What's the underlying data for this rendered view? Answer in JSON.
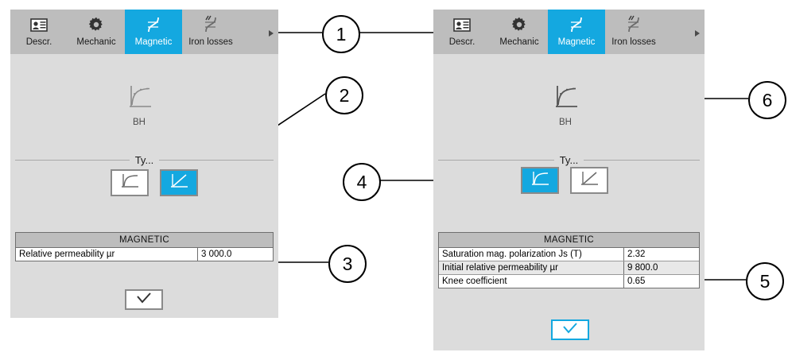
{
  "panels": [
    {
      "id": "left",
      "tabs": [
        {
          "label": "Descr.",
          "icon": "id-card-icon",
          "active": false
        },
        {
          "label": "Mechanic",
          "icon": "gear-icon",
          "active": false
        },
        {
          "label": "Magnetic",
          "icon": "bh-curve-icon",
          "active": true
        },
        {
          "label": "Iron losses",
          "icon": "iron-losses-icon",
          "active": false
        }
      ],
      "overflow_arrow": "chevron-right-icon",
      "bh": {
        "icon": "bh-curve-icon",
        "label": "BH"
      },
      "separator": "Ty...",
      "type_buttons": [
        {
          "icon": "saturated-curve-icon",
          "selected": false
        },
        {
          "icon": "linear-curve-icon",
          "selected": true
        }
      ],
      "table": {
        "header": "MAGNETIC",
        "rows": [
          {
            "key": "Relative permeability µr",
            "value": "3 000.0"
          }
        ]
      },
      "ok_button": {
        "icon": "check-icon",
        "highlighted": false
      }
    },
    {
      "id": "right",
      "tabs": [
        {
          "label": "Descr.",
          "icon": "id-card-icon",
          "active": false
        },
        {
          "label": "Mechanic",
          "icon": "gear-icon",
          "active": false
        },
        {
          "label": "Magnetic",
          "icon": "bh-curve-icon",
          "active": true
        },
        {
          "label": "Iron losses",
          "icon": "iron-losses-icon",
          "active": false
        }
      ],
      "overflow_arrow": "chevron-right-icon",
      "bh": {
        "icon": "bh-curve-icon",
        "label": "BH"
      },
      "separator": "Ty...",
      "type_buttons": [
        {
          "icon": "saturated-curve-icon",
          "selected": true
        },
        {
          "icon": "linear-curve-icon",
          "selected": false
        }
      ],
      "table": {
        "header": "MAGNETIC",
        "rows": [
          {
            "key": "Saturation mag. polarization Js (T)",
            "value": "2.32"
          },
          {
            "key": "Initial relative permeability µr",
            "value": "9 800.0"
          },
          {
            "key": "Knee coefficient",
            "value": "0.65"
          }
        ]
      },
      "ok_button": {
        "icon": "check-icon",
        "highlighted": true
      }
    }
  ],
  "callouts": [
    {
      "number": "1"
    },
    {
      "number": "2"
    },
    {
      "number": "3"
    },
    {
      "number": "4"
    },
    {
      "number": "5"
    },
    {
      "number": "6"
    }
  ],
  "colors": {
    "accent": "#14a8e0",
    "panel_bg": "#dcdcdc",
    "tabbar_bg": "#bdbdbd",
    "table_header_bg": "#bdbdbd",
    "row_alt_bg": "#e8e8e8",
    "line": "#000000"
  }
}
